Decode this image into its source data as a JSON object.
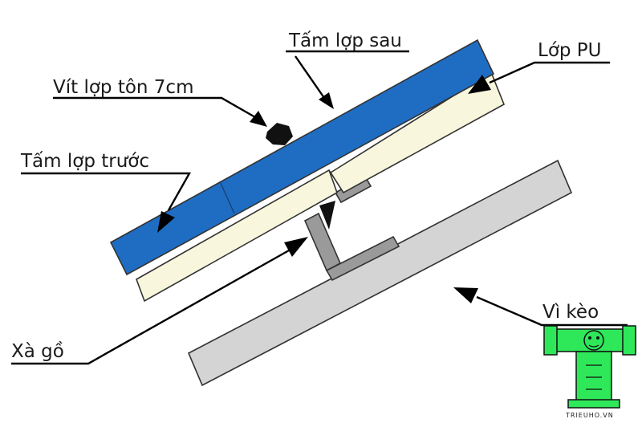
{
  "labels": {
    "tam_lop_sau": "Tấm lợp sau",
    "lop_pu": "Lớp PU",
    "vit_lop_ton": "Vít lợp tôn 7cm",
    "tam_lop_truoc": "Tấm lợp trước",
    "xa_go": "Xà gồ",
    "vi_keo": "Vì kèo"
  },
  "watermark": {
    "text": "TRIEUHO.VN",
    "logo_icon": "tiger-totem-logo-icon"
  },
  "colors": {
    "steel_blue": "#1e6dc3",
    "pu_foam": "#f8f6dd",
    "rafter_gray": "#d4d4d4",
    "purlin_gray": "#9a9a9a",
    "logo_green": "#2ee85a",
    "line": "#000000"
  }
}
